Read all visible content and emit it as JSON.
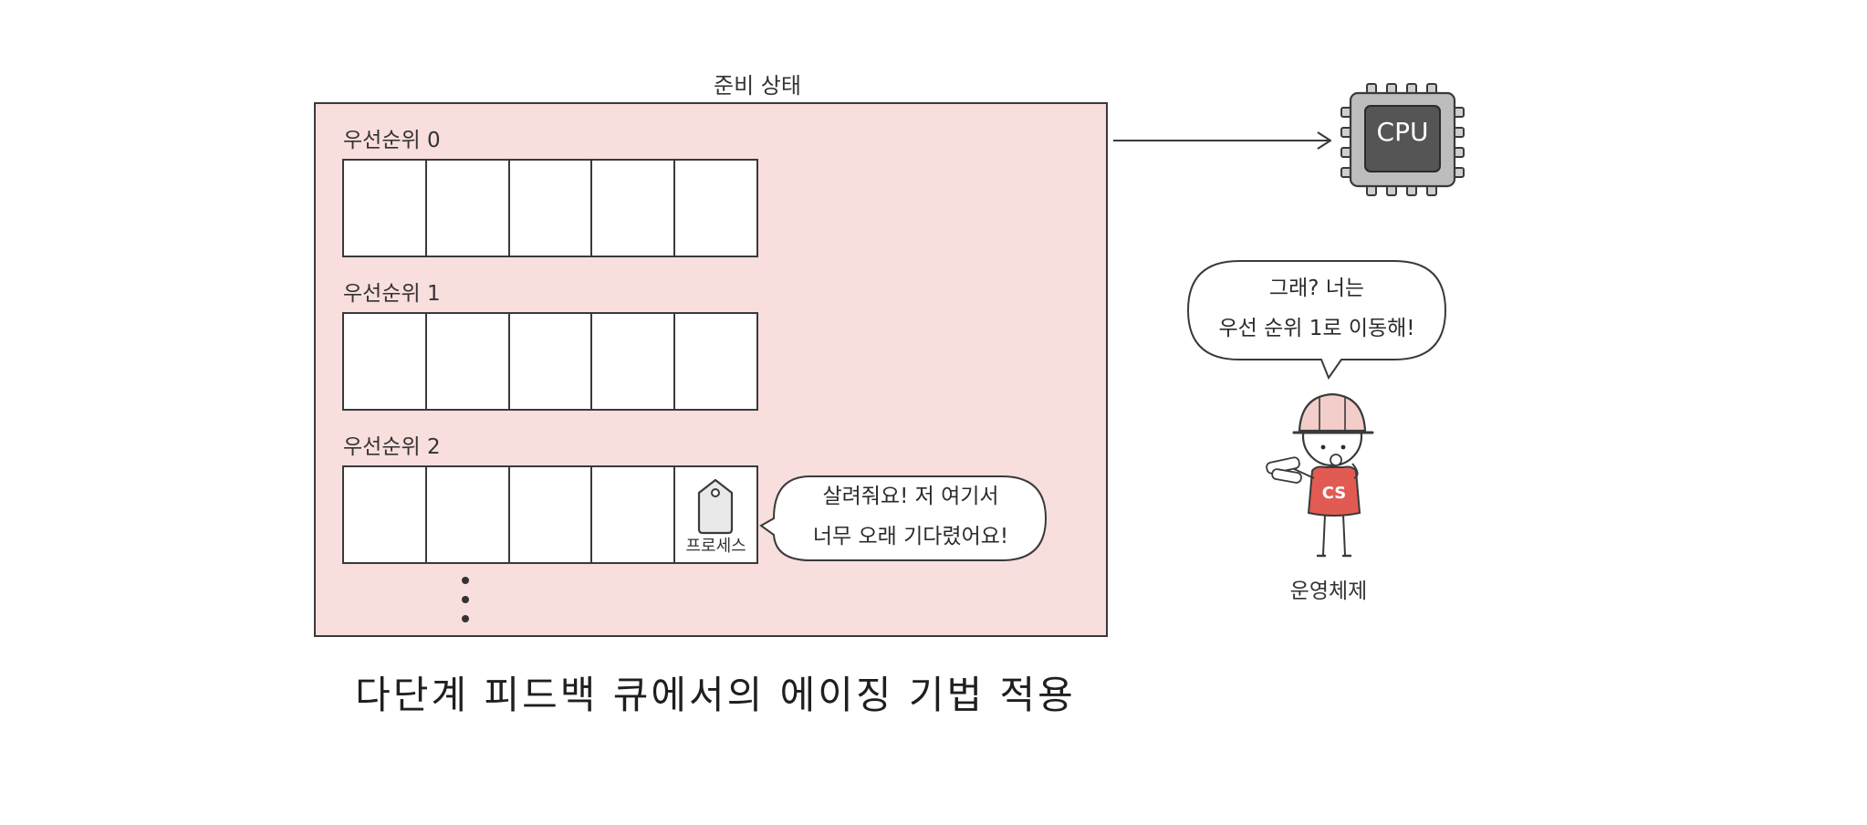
{
  "ready_state": {
    "title": "준비 상태",
    "queues": [
      {
        "label": "우선순위 0",
        "slots": 5,
        "has_process": false
      },
      {
        "label": "우선순위 1",
        "slots": 5,
        "has_process": false
      },
      {
        "label": "우선순위 2",
        "slots": 5,
        "has_process": true
      }
    ],
    "process_label": "프로세스",
    "process_speech": [
      "살려줘요! 저 여기서",
      "너무 오래 기다렸어요!"
    ]
  },
  "cpu": {
    "label": "CPU"
  },
  "os": {
    "label": "운영체제",
    "shirt_text": "CS",
    "speech": [
      "그래? 너는",
      "우선 순위 1로 이동해!"
    ]
  },
  "caption": "다단계 피드백 큐에서의 에이징 기법 적용",
  "colors": {
    "ready_bg": "#f8dedd",
    "outline": "#3a3a3a",
    "cpu_screen": "#555555",
    "cpu_body": "#bdbdbd",
    "helmet": "#f3cdc9",
    "shirt": "#e25b52"
  }
}
